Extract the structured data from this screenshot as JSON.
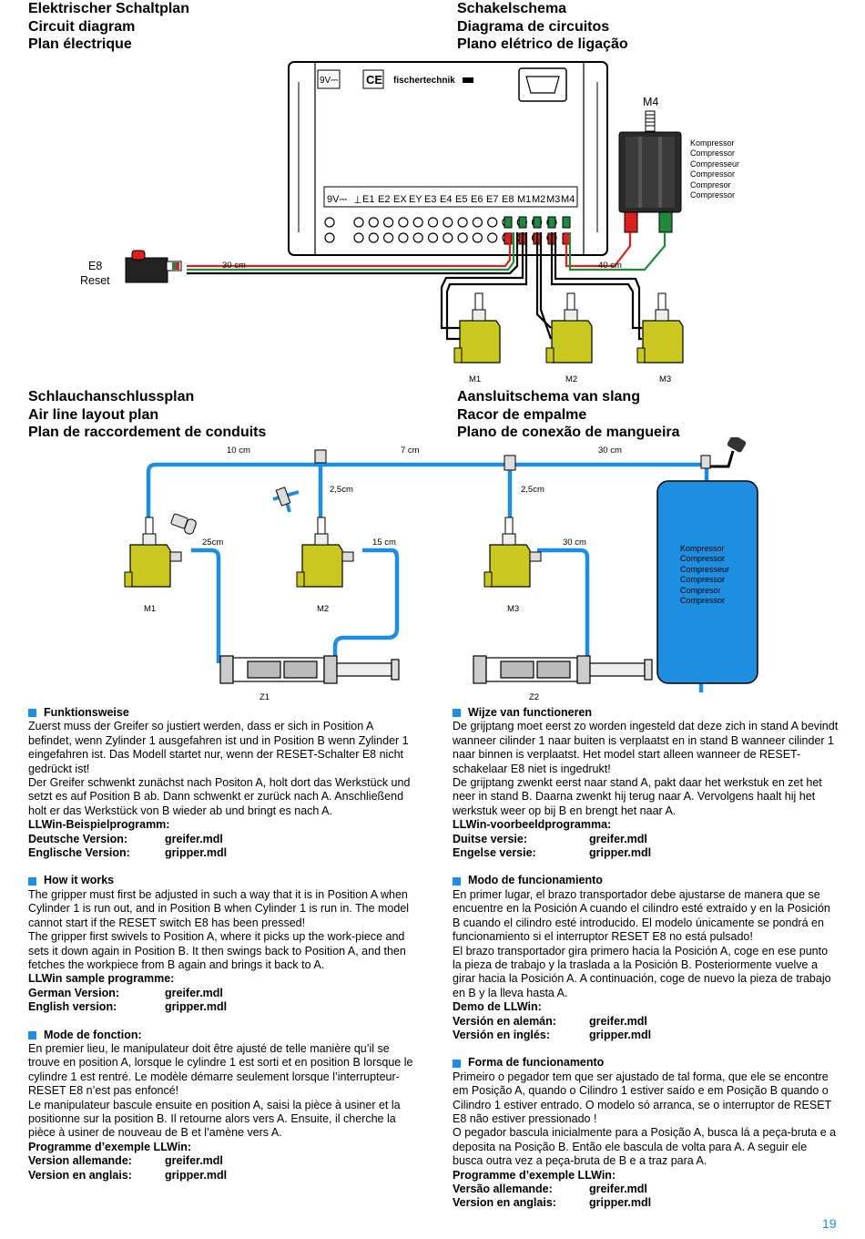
{
  "headings": {
    "left_top": [
      "Elektrischer Schaltplan",
      "Circuit diagram",
      "Plan électrique"
    ],
    "right_top": [
      "Schakelschema",
      "Diagrama de circuitos",
      "Plano elétrico de ligação"
    ],
    "left_mid": [
      "Schlauchanschlussplan",
      "Air line layout plan",
      "Plan de raccordement de conduits"
    ],
    "right_mid": [
      "Aansluitschema van slang",
      "Racor de empalme",
      "Plano de conexão de mangueira"
    ]
  },
  "circuit": {
    "voltage_top": "9V⎓",
    "ce_mark": "CE",
    "brand": "fischertechnik",
    "voltage_terminal": "9V⎓",
    "ground_symbol": "⊥",
    "terminals": [
      "E1",
      "E2",
      "EX",
      "EY",
      "E3",
      "E4",
      "E5",
      "E6",
      "E7",
      "E8",
      "M1",
      "M2",
      "M3",
      "M4"
    ],
    "m4_label": "M4",
    "compressor_names": [
      "Kompressor",
      "Compressor",
      "Compresseur",
      "Compressor",
      "Compresor",
      "Compressor"
    ],
    "e8_label": "E8",
    "reset_label": "Reset",
    "cable_30": "30 cm",
    "cable_40": "40 cm",
    "valves": [
      "M1",
      "M2",
      "M3"
    ]
  },
  "airline": {
    "len_10": "10 cm",
    "len_7": "7 cm",
    "len_30_top": "30 cm",
    "len_25a": "2,5cm",
    "len_25b": "2,5cm",
    "len_25cm": "25cm",
    "len_15": "15 cm",
    "len_30_mid": "30 cm",
    "valves": [
      "M1",
      "M2",
      "M3"
    ],
    "cylinders": [
      "Z1",
      "Z2"
    ],
    "compressor_names": [
      "Kompressor",
      "Compressor",
      "Compresseur",
      "Compressor",
      "Compresor",
      "Compressor"
    ]
  },
  "sections_left": [
    {
      "title": "Funktionsweise",
      "paras": [
        "Zuerst muss der Greifer so justiert werden, dass er sich in Position A befindet, wenn Zylinder 1 ausgefahren ist und in Position B wenn Zylinder 1 eingefahren ist. Das Modell startet nur, wenn der RESET-Schalter E8 nicht gedrückt ist!",
        "Der Greifer schwenkt zunächst nach Positon A, holt dort das Werkstück und setzt es auf Position B ab. Dann schwenkt er zurück nach A. Anschließend holt er das Werkstück von B wieder ab und bringt es nach A."
      ],
      "prog_title": "LLWin-Beispielprogramm:",
      "rows": [
        [
          "Deutsche Version:",
          "greifer.mdl"
        ],
        [
          "Englische Version:",
          "gripper.mdl"
        ]
      ]
    },
    {
      "title": "How it works",
      "paras": [
        "The gripper must first be adjusted in such a way that it is in Position A when Cylinder 1 is run out, and in Position B when Cylinder 1 is run in. The model cannot start if the RESET switch E8 has been pressed!",
        "The gripper first swivels to Position A, where it picks up the work-piece and sets it down again in Position B. It then swings back to Position A, and then fetches the workpiece from B again and brings it back to A."
      ],
      "prog_title": "LLWin sample programme:",
      "rows": [
        [
          "German Version:",
          "greifer.mdl"
        ],
        [
          "English version:",
          "gripper.mdl"
        ]
      ]
    },
    {
      "title": "Mode de fonction:",
      "paras": [
        "En premier lieu, le manipulateur doit être ajusté de telle manière qu’il se trouve en position A, lorsque le cylindre 1 est sorti et en position B lorsque le cylindre 1 est rentré. Le modèle démarre seulement lorsque l’interrupteur-RESET E8 n’est pas enfoncé!",
        "Le manipulateur bascule ensuite en position A, saisi la pièce à usiner et la positionne sur la position B. Il retourne alors vers A. Ensuite, il cherche la pièce à usiner de nouveau de B et l’amène vers A."
      ],
      "prog_title": "Programme d’exemple LLWin:",
      "rows": [
        [
          "Version allemande:",
          "greifer.mdl"
        ],
        [
          "Version en anglais:",
          "gripper.mdl"
        ]
      ]
    }
  ],
  "sections_right": [
    {
      "title": "Wijze van functioneren",
      "paras": [
        "De grijptang moet eerst zo worden ingesteld dat deze zich in stand A bevindt wanneer cilinder 1 naar buiten is verplaatst en in stand B wanneer cilinder 1 naar binnen is verplaatst. Het model start alleen wanneer de RESET-schakelaar E8 niet is ingedrukt!",
        "De grijptang zwenkt eerst naar stand A, pakt daar het werkstuk en zet het neer in stand B. Daarna zwenkt hij terug naar A. Vervolgens haalt hij het werkstuk weer op bij B en brengt het naar A."
      ],
      "prog_title": "LLWin-voorbeeldprogramma:",
      "rows": [
        [
          "Duitse versie:",
          "greifer.mdl"
        ],
        [
          "Engelse versie:",
          "gripper.mdl"
        ]
      ]
    },
    {
      "title": "Modo de funcionamiento",
      "paras": [
        "En primer lugar, el brazo transportador debe ajustarse de manera que se encuentre en la Posición A cuando el cilindro esté extraído y en la Posición B cuando el cilindro esté introducido. El modelo únicamente se pondrá en funcionamiento si el interruptor RESET E8 no está pulsado!",
        "El brazo transportador gira primero hacia la Posición A, coge en ese punto la pieza de trabajo y la traslada a la Posición B. Posteriormente vuelve a girar hacia la Posición A. A continuación, coge de nuevo la pieza de trabajo en B y la lleva hasta A."
      ],
      "prog_title": "Demo de LLWin:",
      "rows": [
        [
          "Versión en alemán:",
          "greifer.mdl"
        ],
        [
          "Versión en inglés:",
          "gripper.mdl"
        ]
      ]
    },
    {
      "title": "Forma de funcionamento",
      "paras": [
        "Primeiro o pegador tem que ser ajustado de tal forma, que ele se encontre em Posição A, quando o Cilindro 1 estiver saído e em Posição B quando o Cilindro 1 estiver entrado. O modelo só arranca, se o interruptor de RESET E8 não estiver pressionado !",
        "O pegador bascula inicialmente para a Posição A, busca lá a peça-bruta e a deposita na Posição B. Então ele bascula de volta para A. A seguir ele busca outra vez a peça-bruta de B e a traz para A."
      ],
      "prog_title": "Programme d’exemple LLWin:",
      "rows": [
        [
          "Versão allemande:",
          "greifer.mdl"
        ],
        [
          "Version en anglais:",
          "gripper.mdl"
        ]
      ]
    }
  ],
  "page_number": "19",
  "colors": {
    "tube_blue": "#1e8fe0",
    "valve_yellow": "#c8c81e",
    "wire_red": "#d9201e",
    "wire_green": "#1f8a3c",
    "accent": "#1e8fe0"
  }
}
